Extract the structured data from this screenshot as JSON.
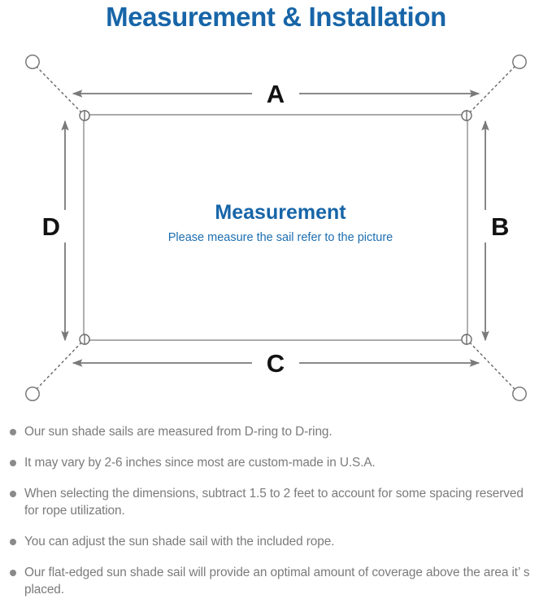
{
  "header": {
    "title": "Measurement & Installation",
    "title_color": "#1765a8"
  },
  "diagram": {
    "center_title": "Measurement",
    "center_subtitle": "Please measure the sail refer to the picture",
    "dimension_labels": {
      "top": "A",
      "right": "B",
      "bottom": "C",
      "left": "D"
    },
    "colors": {
      "sail_edge": "#8f8f8f",
      "arrow": "#7a7a7a",
      "rope": "#6e6e6e",
      "anchor_ring": "#7a7a7a",
      "label": "#121212"
    },
    "element_names": {
      "sail": "shade-sail-outline",
      "d_ring": "d-ring",
      "anchor": "anchor-point-ring",
      "rope": "rope-dotted-line"
    }
  },
  "notes": [
    "Our sun shade sails are measured from D-ring to D-ring.",
    "It may vary by 2-6 inches since most are custom-made in U.S.A.",
    "When selecting the dimensions, subtract 1.5 to 2 feet to account for some spacing reserved for rope utilization.",
    "You can adjust the sun shade sail with the included rope.",
    "Our flat-edged sun shade sail will provide an optimal amount of coverage above the area it’ s placed."
  ]
}
